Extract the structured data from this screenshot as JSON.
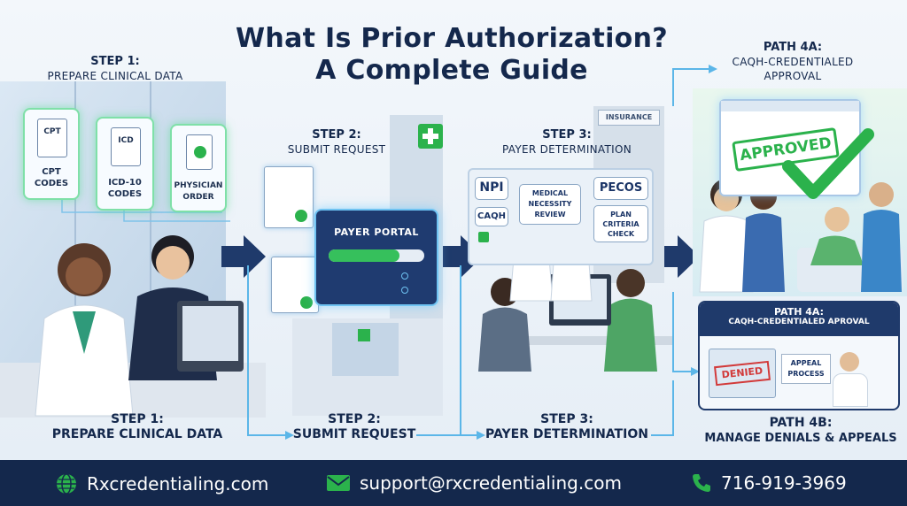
{
  "title": {
    "line1": "What Is Prior Authorization?",
    "line2": "A Complete Guide"
  },
  "step1": {
    "label_line1": "STEP 1:",
    "label_line2": "PREPARE CLINICAL DATA",
    "cards": [
      {
        "icon_text": "CPT",
        "label_line1": "CPT",
        "label_line2": "CODES"
      },
      {
        "icon_text": "ICD",
        "label_line1": "ICD-10",
        "label_line2": "CODES"
      },
      {
        "icon_text": "",
        "label_line1": "PHYSICIAN",
        "label_line2": "ORDER"
      }
    ]
  },
  "step2": {
    "label_line1": "STEP 2:",
    "label_line2": "SUBMIT REQUEST",
    "portal_title": "PAYER PORTAL"
  },
  "step3": {
    "label_line1": "STEP 3:",
    "label_line2": "PAYER DETERMINATION",
    "tags": {
      "npi": "NPI",
      "caqh": "CAQH",
      "pecos": "PECOS"
    },
    "review_lines": [
      "MEDICAL",
      "NECESSITY",
      "REVIEW"
    ],
    "criteria_lines": [
      "PLAN",
      "CRITERIA",
      "CHECK"
    ]
  },
  "insurance_sign": "INSURANCE",
  "path4a": {
    "label_line1": "PATH 4A:",
    "label_line2": "CAQH-CREDENTIALED",
    "label_line3": "APPROVAL",
    "stamp": "APPROVED"
  },
  "path4b": {
    "header_line1": "PATH 4A:",
    "header_line2": "CAQH-CREDENTIALED APROVAL",
    "denied_stamp": "DENIED",
    "appeal_line1": "APPEAL",
    "appeal_line2": "PROCESS",
    "label_line1": "PATH 4B:",
    "label_line2": "MANAGE DENIALS & APPEALS"
  },
  "bottom_labels": {
    "step1_line1": "STEP 1:",
    "step1_line2": "PREPARE CLINICAL DATA",
    "step2_line1": "STEP 2:",
    "step2_line2": "SUBMIT REQUEST",
    "step3_line1": "STEP 3:",
    "step3_line2": "PAYER DETERMINATION"
  },
  "footer": {
    "website": "Rxcredentialing.com",
    "email": "support@rxcredentialing.com",
    "phone": "716-919-3969",
    "icons": {
      "website": "globe-icon",
      "email": "envelope-icon",
      "phone": "phone-icon"
    }
  },
  "colors": {
    "navy": "#14284c",
    "green": "#2bb24c",
    "accent_blue": "#2f7fd0",
    "denied_red": "#d23a3a"
  }
}
